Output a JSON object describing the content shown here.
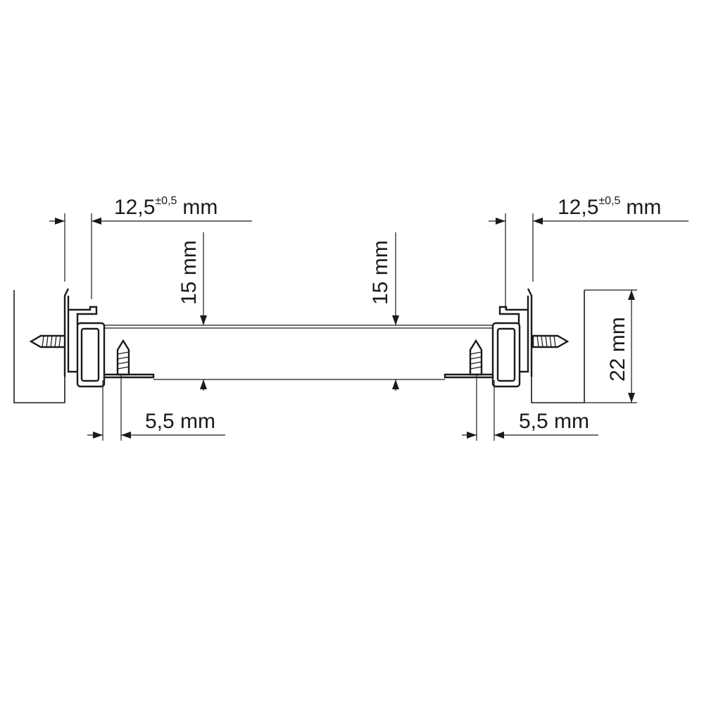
{
  "dimensions": {
    "top_left": {
      "value": "12,5",
      "tolerance": "±0,5",
      "unit": "mm"
    },
    "top_right": {
      "value": "12,5",
      "tolerance": "±0,5",
      "unit": "mm"
    },
    "vertical_left": "15 mm",
    "vertical_center": "15 mm",
    "height_right": "22 mm",
    "bottom_left": "5,5 mm",
    "bottom_right": "5,5 mm"
  },
  "colors": {
    "line": "#1a1a1a",
    "background": "#ffffff"
  }
}
